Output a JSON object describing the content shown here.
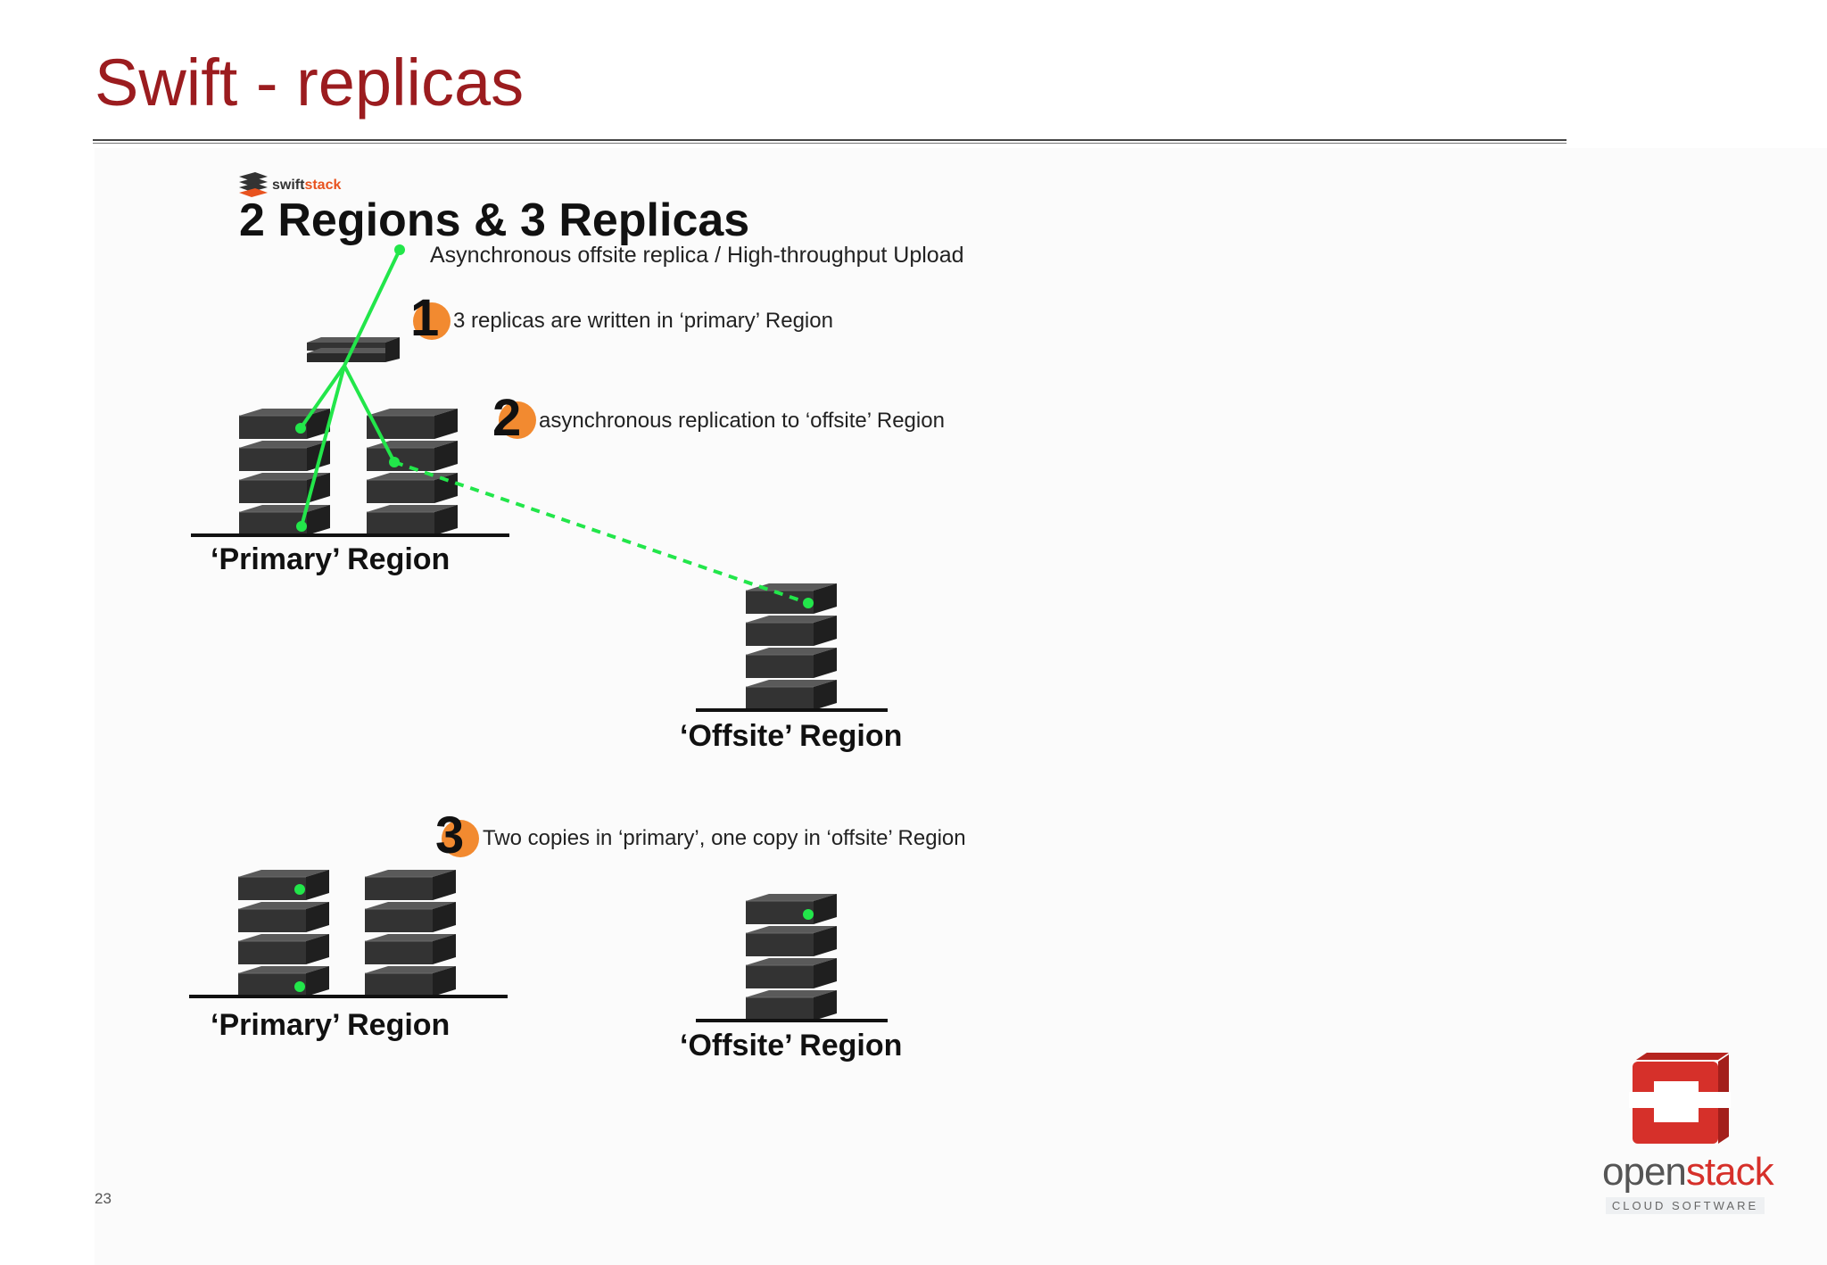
{
  "slide": {
    "title": "Swift - replicas",
    "page_number": "23"
  },
  "diagram": {
    "brand": {
      "part1": "swift",
      "part2": "stack"
    },
    "heading": "2 Regions & 3 Replicas",
    "subheading": "Asynchronous offsite replica / High-throughput Upload",
    "steps": [
      {
        "number": "1",
        "text": "3 replicas are written in ‘primary’ Region"
      },
      {
        "number": "2",
        "text": "asynchronous replication to ‘offsite’ Region"
      },
      {
        "number": "3",
        "text": "Two copies in ‘primary’, one copy in ‘offsite’ Region"
      }
    ],
    "region_labels": {
      "primary_top": "‘Primary’ Region",
      "offsite_top": "‘Offsite’ Region",
      "primary_bottom": "‘Primary’ Region",
      "offsite_bottom": "‘Offsite’ Region"
    }
  },
  "logo": {
    "word_part1": "open",
    "word_part2": "stack",
    "tagline": "CLOUD SOFTWARE"
  },
  "colors": {
    "title": "#9b1c1f",
    "replica_line": "#22e64a",
    "step_badge": "#f28a30",
    "server": "#3a3a3a",
    "swiftstack_brand": "#e8531f",
    "openstack_red": "#d6302a"
  }
}
